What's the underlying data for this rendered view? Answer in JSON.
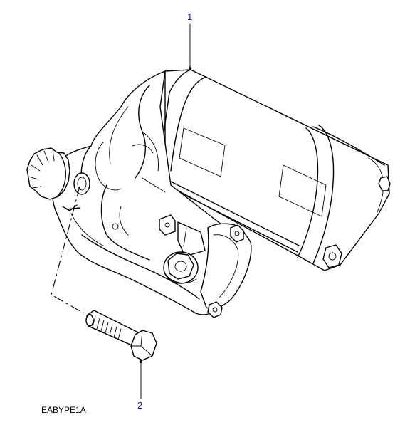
{
  "diagram": {
    "callouts": [
      {
        "id": "1",
        "label": "1"
      },
      {
        "id": "2",
        "label": "2"
      }
    ],
    "drawing_code": "EABYPE1A",
    "colors": {
      "line": "#000000",
      "callout_text": "#1a1aa6",
      "background": "#ffffff"
    }
  }
}
